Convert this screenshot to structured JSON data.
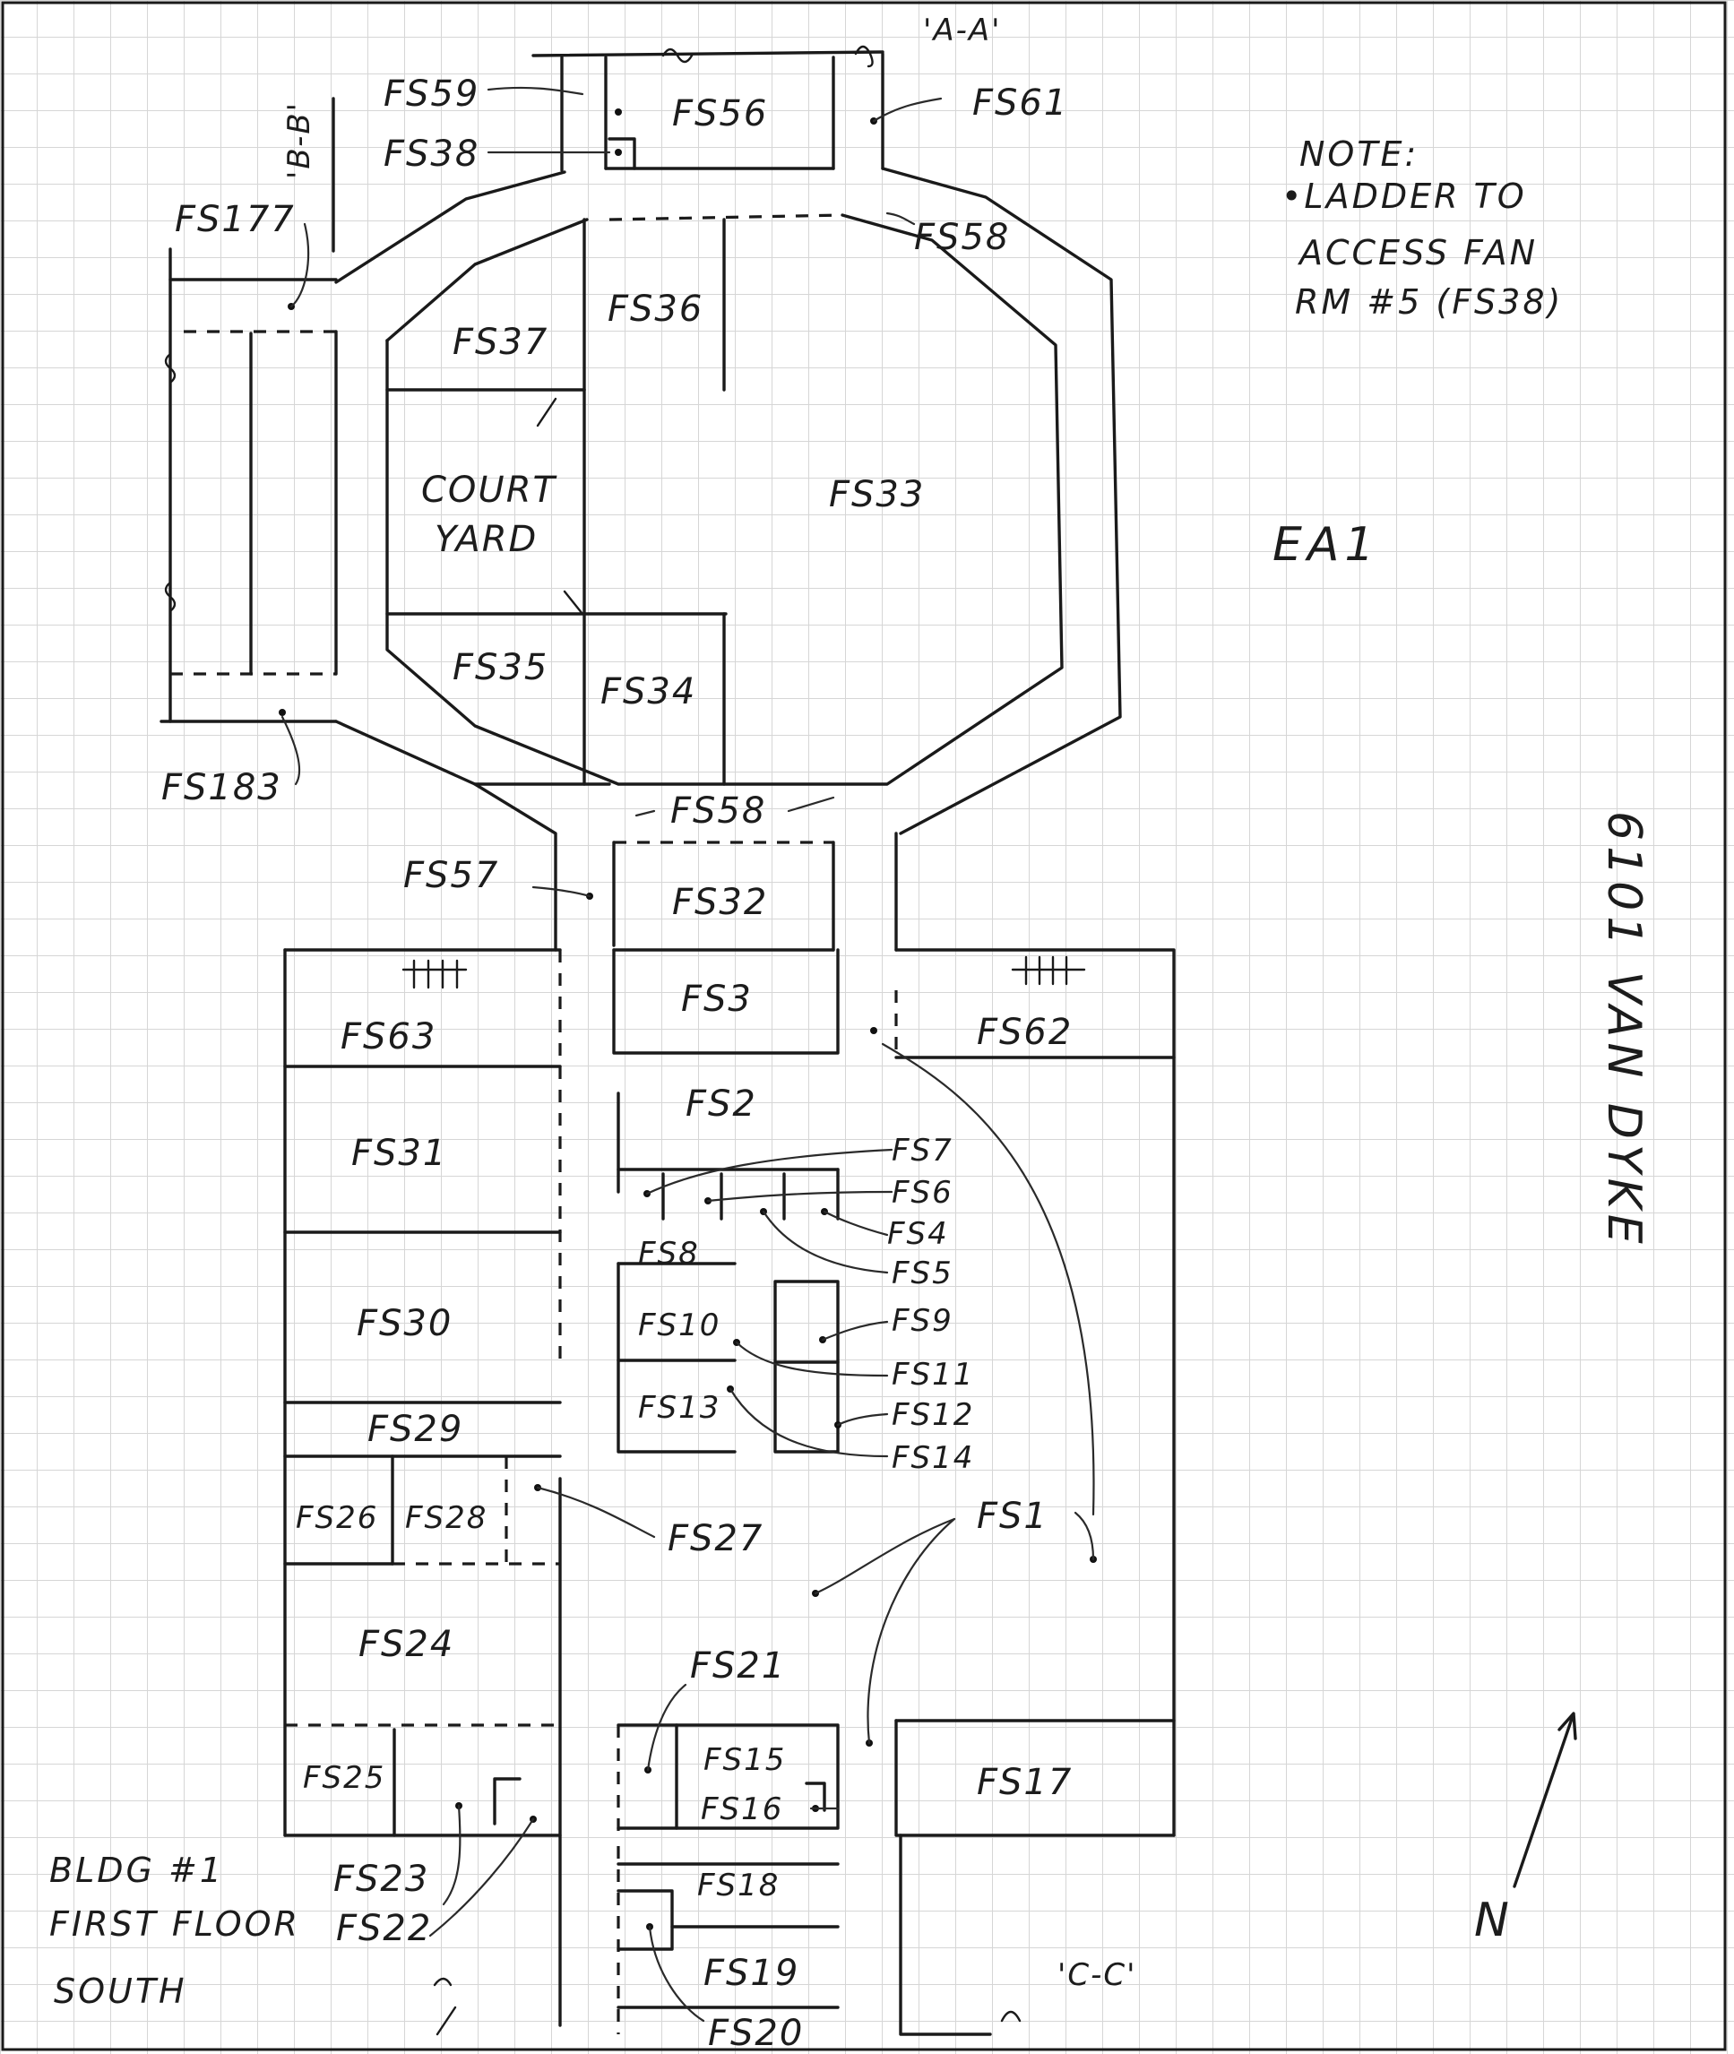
{
  "colors": {
    "ink": "#1a1a1a",
    "grid": "#d6d6d6",
    "paper": "#ffffff"
  },
  "sections": {
    "a": "'A-A'",
    "b": "'B-B'",
    "c": "'C-C'"
  },
  "note": {
    "heading": "NOTE:",
    "line1": "•LADDER TO",
    "line2": "ACCESS FAN",
    "line3": "RM #5 (FS38)"
  },
  "area": "EA1",
  "street": "6101 VAN DYKE",
  "building": {
    "line1": "BLDG #1",
    "line2": "FIRST FLOOR",
    "line3": "SOUTH"
  },
  "north": "N",
  "courtyard": {
    "line1": "COURT",
    "line2": "YARD"
  },
  "rooms": {
    "fs56": "FS56",
    "fs37": "FS37",
    "fs36": "FS36",
    "fs33": "FS33",
    "fs35": "FS35",
    "fs34": "FS34",
    "fs32": "FS32",
    "fs3": "FS3",
    "fs63": "FS63",
    "fs62": "FS62",
    "fs2": "FS2",
    "fs31": "FS31",
    "fs8": "FS8",
    "fs30": "FS30",
    "fs10": "FS10",
    "fs13": "FS13",
    "fs29": "FS29",
    "fs26": "FS26",
    "fs28": "FS28",
    "fs24": "FS24",
    "fs25": "FS25",
    "fs15": "FS15",
    "fs16": "FS16",
    "fs17": "FS17",
    "fs18": "FS18",
    "fs19": "FS19"
  },
  "callouts": {
    "fs59": "FS59",
    "fs38": "FS38",
    "fs61": "FS61",
    "fs177": "FS177",
    "fs58_top": "FS58",
    "fs183": "FS183",
    "fs58_bottom": "FS58",
    "fs57": "FS57",
    "fs7": "FS7",
    "fs6": "FS6",
    "fs4": "FS4",
    "fs5": "FS5",
    "fs9": "FS9",
    "fs11": "FS11",
    "fs12": "FS12",
    "fs14": "FS14",
    "fs1": "FS1",
    "fs27": "FS27",
    "fs21": "FS21",
    "fs23": "FS23",
    "fs22": "FS22",
    "fs20": "FS20"
  }
}
